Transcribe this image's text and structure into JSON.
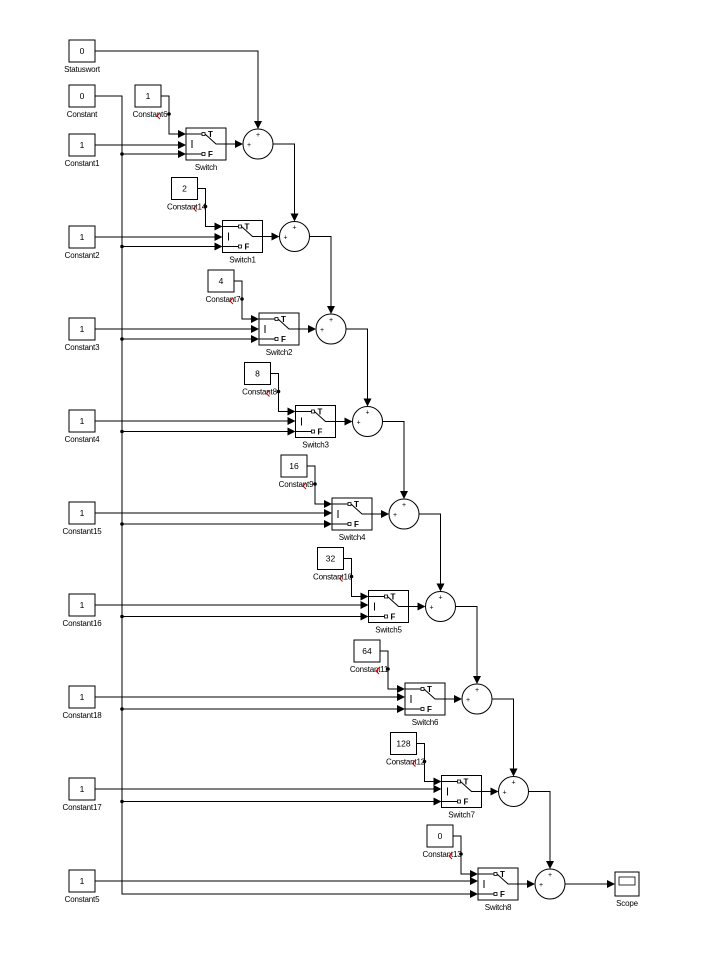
{
  "model": {
    "left_constants": [
      {
        "name": "Statuswort",
        "value": "0"
      },
      {
        "name": "Constant",
        "value": "0"
      },
      {
        "name": "Constant1",
        "value": "1"
      },
      {
        "name": "Constant2",
        "value": "1"
      },
      {
        "name": "Constant3",
        "value": "1"
      },
      {
        "name": "Constant4",
        "value": "1"
      },
      {
        "name": "Constant15",
        "value": "1"
      },
      {
        "name": "Constant16",
        "value": "1"
      },
      {
        "name": "Constant18",
        "value": "1"
      },
      {
        "name": "Constant17",
        "value": "1"
      },
      {
        "name": "Constant5",
        "value": "1"
      }
    ],
    "stages": [
      {
        "switch": "Switch",
        "weight_name": "Constant6",
        "weight_value": "1"
      },
      {
        "switch": "Switch1",
        "weight_name": "Constant14",
        "weight_value": "2"
      },
      {
        "switch": "Switch2",
        "weight_name": "Constant7",
        "weight_value": "4"
      },
      {
        "switch": "Switch3",
        "weight_name": "Constant8",
        "weight_value": "8"
      },
      {
        "switch": "Switch4",
        "weight_name": "Constant9",
        "weight_value": "16"
      },
      {
        "switch": "Switch5",
        "weight_name": "Constant10",
        "weight_value": "32"
      },
      {
        "switch": "Switch6",
        "weight_name": "Constant11",
        "weight_value": "64"
      },
      {
        "switch": "Switch7",
        "weight_name": "Constant12",
        "weight_value": "128"
      },
      {
        "switch": "Switch8",
        "weight_name": "Constant13",
        "weight_value": "0"
      }
    ],
    "switch_ports": {
      "true": "T",
      "false": "F"
    },
    "sum_signs": "+",
    "scope": {
      "name": "Scope"
    },
    "colors": {
      "line": "#000000",
      "block_border": "#000000",
      "label_marker": "#cc0000",
      "background": "#ffffff"
    }
  }
}
